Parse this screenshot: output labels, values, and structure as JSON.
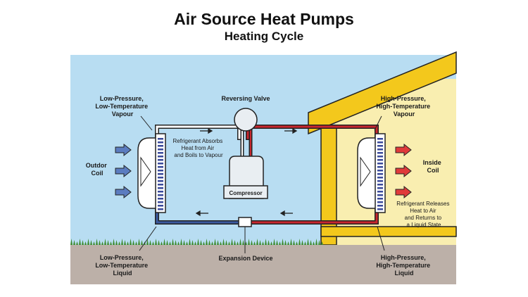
{
  "header": {
    "title": "Air Source Heat Pumps",
    "subtitle": "Heating Cycle"
  },
  "labels": {
    "outdoor_vapour": [
      "Low-Pressure,",
      "Low-Temperature",
      "Vapour"
    ],
    "reversing_valve": "Reversing Valve",
    "indoor_vapour": [
      "High-Pressure,",
      "High-Temperature",
      "Vapour"
    ],
    "absorb_note": [
      "Refrigerant Absorbs",
      "Heat from Air",
      "and Boils to Vapour"
    ],
    "outdoor_coil": [
      "Outdor",
      "Coil"
    ],
    "inside_coil": [
      "Inside",
      "Coil"
    ],
    "compressor": "Compressor",
    "release_note": [
      "Refrigerant Releases",
      "Heat to Air",
      "and Returns to",
      "a Liquid State"
    ],
    "outdoor_liquid": [
      "Low-Pressure,",
      "Low-Temperature",
      "Liquid"
    ],
    "expansion_device": "Expansion Device",
    "indoor_liquid": [
      "High-Pressure,",
      "High-Temperature",
      "Liquid"
    ]
  },
  "colors": {
    "sky": "#b8ddf2",
    "house_wall": "#f9eeb0",
    "house_frame": "#f3c81c",
    "ground": "#bcb0a8",
    "grass": "#3f8a2e",
    "cold_pipe": "#3b5aa0",
    "hot_pipe": "#c8272f",
    "cold_arrow": "#5b7cc0",
    "hot_arrow": "#e03a3a"
  }
}
